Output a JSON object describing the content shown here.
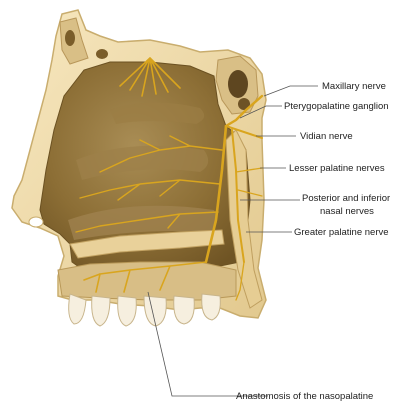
{
  "labels": {
    "maxillary": "Maxillary nerve",
    "pterygopalatine": "Pterygopalatine ganglion",
    "vidian": "Vidian nerve",
    "lesser_palatine": "Lesser palatine nerves",
    "posterior_inferior_1": "Posterior and inferior",
    "posterior_inferior_2": "nasal nerves",
    "greater_palatine": "Greater palatine nerve",
    "nasopalatine": "Anastomosis of the nasopalatine"
  },
  "colors": {
    "bone": "#f1ddb0",
    "bone_edge": "#c9ad6e",
    "cavity": "#8a6d33",
    "nerve": "#e0ad24",
    "teeth": "#f6efdf"
  }
}
